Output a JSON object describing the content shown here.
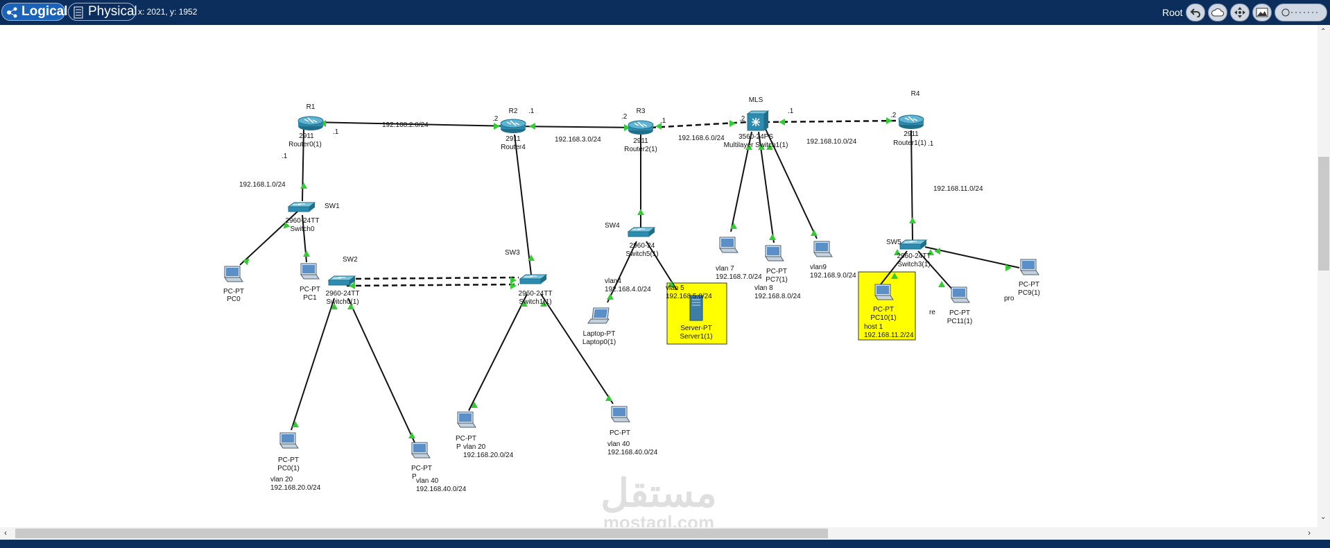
{
  "toolbar": {
    "logical_label": "Logical",
    "physical_label": "Physical",
    "coordinates": "x: 2021, y: 1952",
    "root_label": "Root"
  },
  "network": {
    "devices": [
      {
        "id": "R1",
        "model": "2911",
        "name": "Router0(1)"
      },
      {
        "id": "R2",
        "model": "2911",
        "name": "Router4"
      },
      {
        "id": "R3",
        "model": "2911",
        "name": "Router2(1)"
      },
      {
        "id": "MLS",
        "model": "3560-24PS",
        "name": "Multilayer Switch1(1)"
      },
      {
        "id": "R4",
        "model": "2911",
        "name": "Router1(1)"
      },
      {
        "id": "SW1",
        "model": "2960-24TT",
        "name": "Switch0"
      },
      {
        "id": "SW2",
        "model": "2960-24TT",
        "name": "Switch0(1)"
      },
      {
        "id": "SW3",
        "model": "2960-24TT",
        "name": "Switch1(1)"
      },
      {
        "id": "SW4",
        "model": "2960-24",
        "name": "Switch5(1)"
      },
      {
        "id": "SW5",
        "model": "2960-24TT",
        "name": "Switch3(1)"
      },
      {
        "id": "PC0",
        "model": "PC-PT",
        "name": "PC0"
      },
      {
        "id": "PC1",
        "model": "PC-PT",
        "name": "PC1"
      },
      {
        "id": "PC01",
        "model": "PC-PT",
        "name": "PC0(1)"
      },
      {
        "id": "P40",
        "model": "PC-PT",
        "name": "P"
      },
      {
        "id": "P20",
        "model": "PC-PT",
        "name": "P"
      },
      {
        "id": "PC40b",
        "model": "PC-PT",
        "name": ""
      },
      {
        "id": "Laptop",
        "model": "Laptop-PT",
        "name": "Laptop0(1)"
      },
      {
        "id": "Server",
        "model": "Server-PT",
        "name": "Server1(1)"
      },
      {
        "id": "PC7",
        "model": "",
        "name": ""
      },
      {
        "id": "PC8",
        "model": "PC-PT",
        "name": "PC7(1)"
      },
      {
        "id": "PC9v",
        "model": "",
        "name": ""
      },
      {
        "id": "PC10",
        "model": "PC-PT",
        "name": "PC10(1)"
      },
      {
        "id": "PC11",
        "model": "PC-PT",
        "name": "PC11(1)"
      },
      {
        "id": "PC9",
        "model": "PC-PT",
        "name": "PC9(1)"
      }
    ],
    "annotations": {
      "sw1": "SW1",
      "sw2": "SW2",
      "sw3": "SW3",
      "sw4": "SW4",
      "sw5": "SW5",
      "r1": "R1",
      "r2": "R2",
      "r3": "R3",
      "r4": "R4",
      "mls": "MLS",
      "net_r1_r2": "192.168.2.0/24",
      "net_r2_r3": "192.168.3.0/24",
      "net_r3_mls": "192.168.6.0/24",
      "net_mls_r4": "192.168.10.0/24",
      "net_r1_sw1": "192.168.1.0/24",
      "net_r4_sw5": "192.168.11.0/24",
      "ip_r1_right": ".1",
      "ip_r1_down": ".1",
      "ip_r2_left": ".2",
      "ip_r2_right": ".1",
      "ip_r3_left": ".2",
      "ip_r3_right": ".1",
      "ip_mls_left": ".2",
      "ip_mls_right": ".1",
      "ip_r4_left": ".2",
      "ip_r4_down": ".1",
      "vlan5": "vlan 5",
      "vlan5_net": "192.168.5.0/24",
      "vlan4": "vlan4",
      "vlan4_net": "192.168.4.0/24",
      "vlan7": "vlan 7",
      "vlan7_net": "192.168.7.0/24",
      "vlan8": "vlan 8",
      "vlan8_net": "192.168.8.0/24",
      "vlan9": "vlan9",
      "vlan9_net": "192.168.9.0/24",
      "host1": "host 1",
      "host1_ip": "192.168.11.2/24",
      "re": "re",
      "pro": "pro",
      "vlan20_a": "vlan 20",
      "vlan20_a_net": "192.168.20.0/24",
      "vlan40_a": "vlan 40",
      "vlan40_a_net": "192.168.40.0/24",
      "vlan20_b": "vlan 20",
      "vlan20_b_net": "192.168.20.0/24",
      "vlan40_b": "vlan 40",
      "vlan40_b_net": "192.168.40.0/24"
    }
  },
  "watermark": {
    "arabic": "مستقل",
    "latin": "mostaql.com"
  },
  "colors": {
    "topbar": "#0b2e5c",
    "link": "#1a1a1a",
    "highlight": "#ffff00",
    "arrow": "#33cc33",
    "device": "#2b7fa0"
  }
}
